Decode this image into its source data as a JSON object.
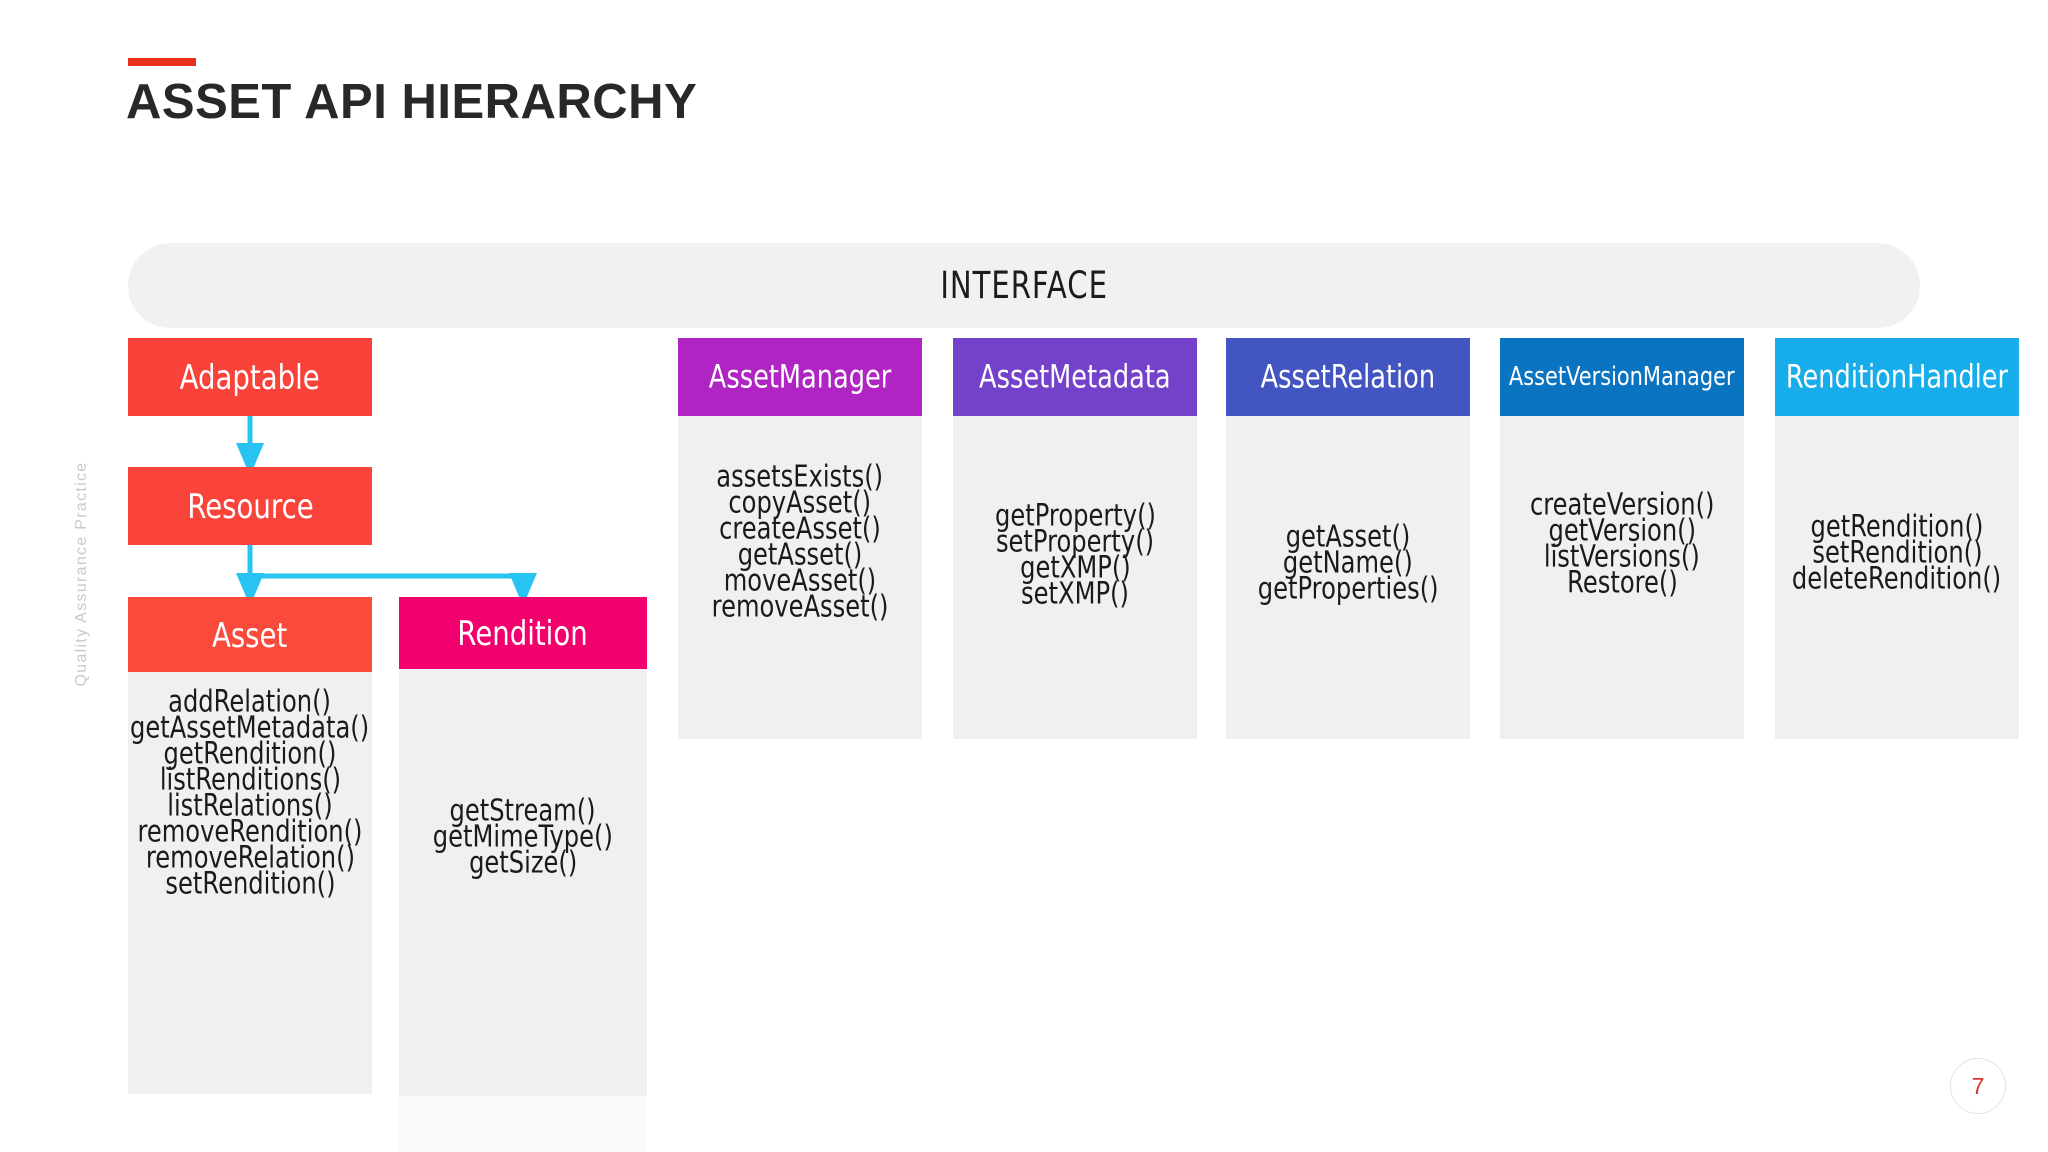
{
  "slide": {
    "title": "ASSET API HIERARCHY",
    "side_label": "Quality Assurance Practice",
    "page_number": "7",
    "accent_color": "#E8301C",
    "title_color": "#27282A",
    "page_number_color": "#D13B2E"
  },
  "interface_band": {
    "label": "INTERFACE",
    "background": "#F1F1F1"
  },
  "hierarchy": {
    "adaptable": {
      "title": "Adaptable",
      "color": "#F9423A",
      "methods": []
    },
    "resource": {
      "title": "Resource",
      "color": "#FA443B",
      "methods": []
    },
    "asset": {
      "title": "Asset",
      "color": "#FA4A3C",
      "methods": [
        "addRelation()",
        "getAssetMetadata()",
        "getRendition()",
        "listRenditions()",
        "listRelations()",
        "removeRendition()",
        "removeRelation()",
        "setRendition()"
      ]
    },
    "rendition": {
      "title": "Rendition",
      "color": "#F1006E",
      "methods": [
        "getStream()",
        "getMimeType()",
        "getSize()"
      ]
    }
  },
  "interface_cards": [
    {
      "title": "AssetManager",
      "color": "#B024C3",
      "methods": [
        "assetsExists()",
        "copyAsset()",
        "createAsset()",
        "getAsset()",
        "moveAsset()",
        "removeAsset()"
      ]
    },
    {
      "title": "AssetMetadata",
      "color": "#7441CB",
      "methods": [
        "getProperty()",
        "setProperty()",
        "getXMP()",
        "setXMP()"
      ]
    },
    {
      "title": "AssetRelation",
      "color": "#4355C0",
      "methods": [
        "getAsset()",
        "getName()",
        "getProperties()"
      ]
    },
    {
      "title": "AssetVersionManager",
      "color": "#0B74C0",
      "methods": [
        "createVersion()",
        "getVersion()",
        "listVersions()",
        "Restore()"
      ]
    },
    {
      "title": "RenditionHandler",
      "color": "#17ADEB",
      "methods": [
        "getRendition()",
        "setRendition()",
        "deleteRendition()"
      ]
    }
  ],
  "connectors": {
    "color": "#29C3F2",
    "edges": [
      {
        "from": "Adaptable",
        "to": "Resource"
      },
      {
        "from": "Resource",
        "to": "Asset"
      },
      {
        "from": "Resource",
        "to": "Rendition"
      }
    ]
  }
}
